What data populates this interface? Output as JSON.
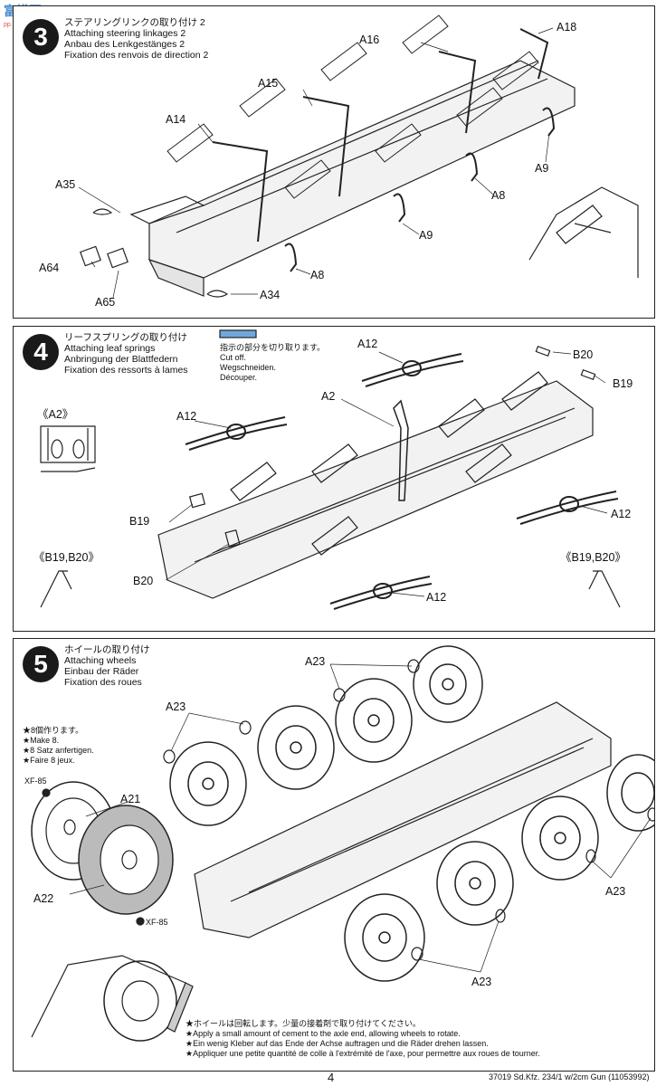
{
  "watermark": {
    "text": "富模网 HOBBY SEARCH",
    "sub": "pp.goodhobby.cn"
  },
  "step3": {
    "number": "3",
    "title_jp": "ステアリングリンクの取り付け 2",
    "title_en": "Attaching steering linkages 2",
    "title_de": "Anbau des Lenkgestänges 2",
    "title_fr": "Fixation des renvois de direction 2",
    "labels": {
      "a16": "A16",
      "a18": "A18",
      "a15": "A15",
      "a14": "A14",
      "a9a": "A9",
      "a8a": "A8",
      "a9b": "A9",
      "a35": "A35",
      "a64": "A64",
      "a65": "A65",
      "a8b": "A8",
      "a34": "A34"
    }
  },
  "step4": {
    "number": "4",
    "title_jp": "リーフスプリングの取り付け",
    "title_en": "Attaching leaf springs",
    "title_de": "Anbringung der Blattfedern",
    "title_fr": "Fixation des ressorts à lames",
    "cut_jp": "指示の部分を切り取ります。",
    "cut_en": "Cut off.",
    "cut_de": "Wegschneiden.",
    "cut_fr": "Découper.",
    "detail_a2": "《A2》",
    "detail_left": "《B19,B20》",
    "detail_right": "《B19,B20》",
    "labels": {
      "a12a": "A12",
      "b20a": "B20",
      "b19a": "B19",
      "a2": "A2",
      "a12b": "A12",
      "a12c": "A12",
      "b19b": "B19",
      "b20b": "B20",
      "a12d": "A12"
    }
  },
  "step5": {
    "number": "5",
    "title_jp": "ホイールの取り付け",
    "title_en": "Attaching wheels",
    "title_de": "Einbau der Räder",
    "title_fr": "Fixation des roues",
    "make_jp": "★8個作ります。",
    "make_en": "★Make 8.",
    "make_de": "★8 Satz anfertigen.",
    "make_fr": "★Faire 8 jeux.",
    "labels": {
      "a23a": "A23",
      "a23b": "A23",
      "xf85a": "XF-85",
      "a21": "A21",
      "a22": "A22",
      "xf85b": "XF-85",
      "a23c": "A23",
      "a23d": "A23"
    },
    "notes": {
      "jp": "★ホイールは回転します。少量の接着剤で取り付けてください。",
      "en": "★Apply a small amount of cement to the axle end, allowing wheels to rotate.",
      "de": "★Ein wenig Kleber auf das Ende der Achse auftragen und die Räder drehen lassen.",
      "fr": "★Appliquer une petite quantité de colle à l'extrémité de l'axe, pour permettre aux roues de tourner."
    }
  },
  "footer": {
    "page": "4",
    "code": "37019  Sd.Kfz. 234/1 w/2cm Gun (11053992)"
  }
}
